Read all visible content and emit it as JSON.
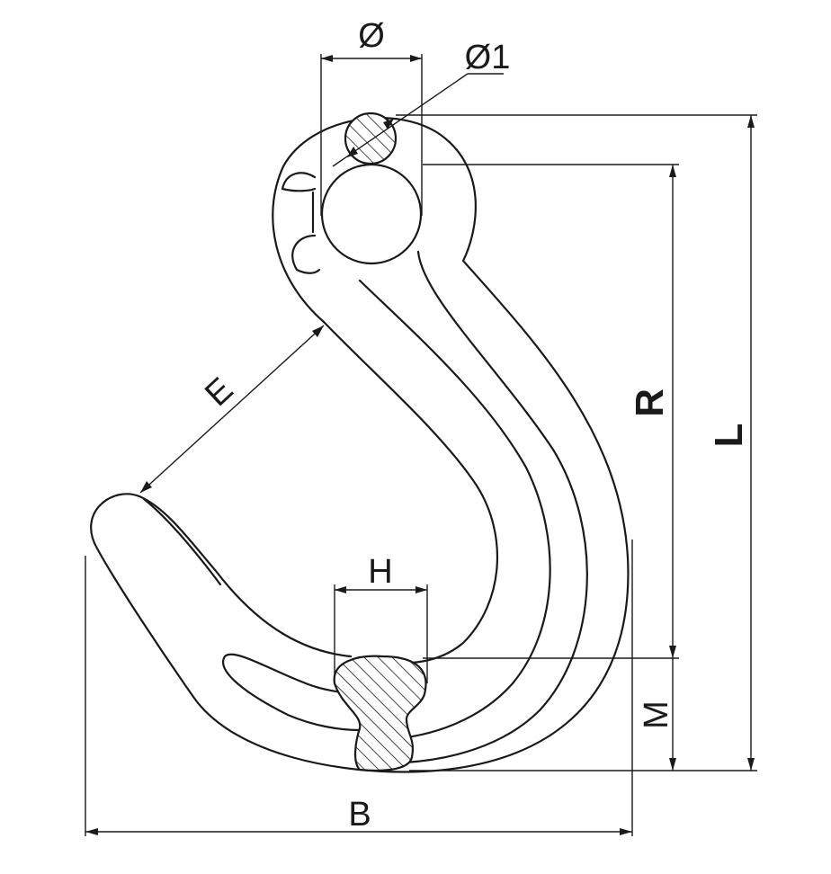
{
  "labels": {
    "diameter": "Ø",
    "diameter1": "Ø1",
    "E": "E",
    "R": "R",
    "L": "L",
    "H": "H",
    "M": "M",
    "B": "B"
  },
  "colors": {
    "line": "#1a1a1a",
    "background": "#ffffff"
  }
}
